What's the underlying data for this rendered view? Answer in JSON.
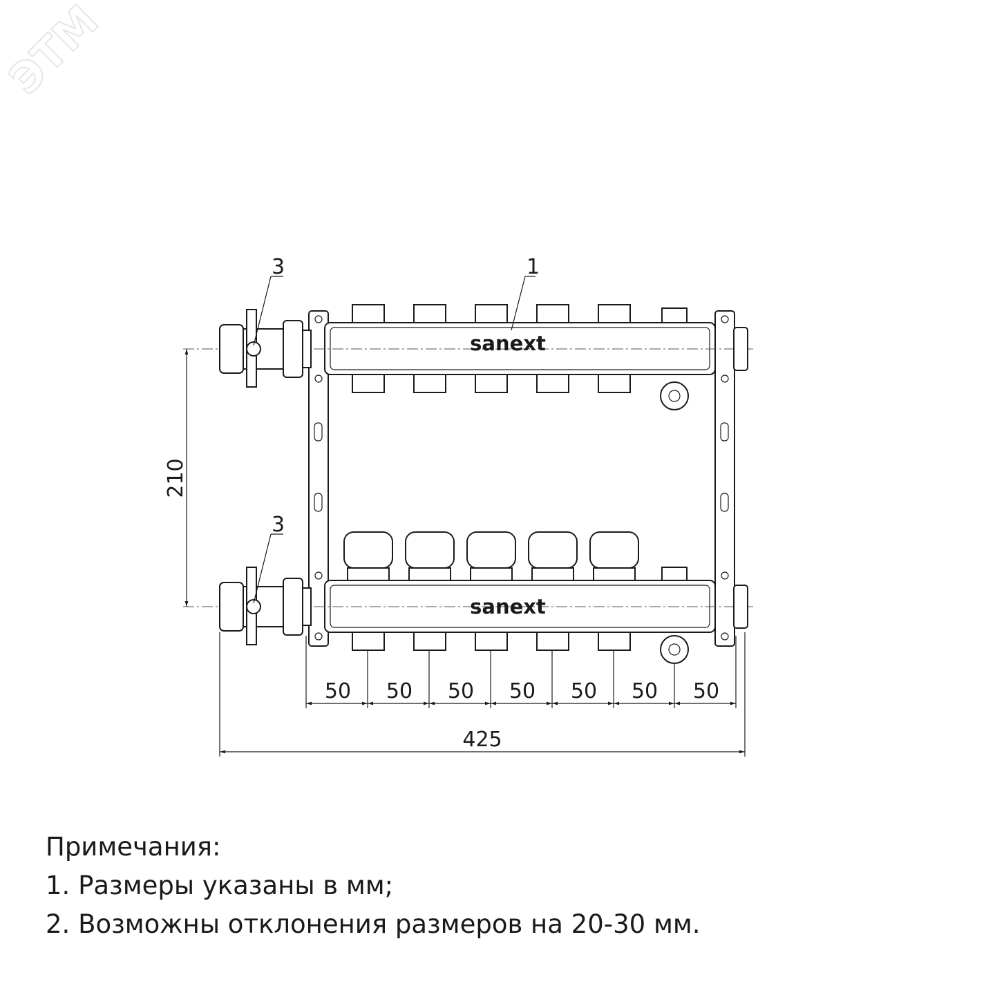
{
  "watermark": "ЭТМ",
  "brand": "sanext",
  "callouts": {
    "top_valve": "3",
    "bottom_valve": "3",
    "manifold": "1"
  },
  "dimensions": {
    "height": "210",
    "pitch": [
      "50",
      "50",
      "50",
      "50",
      "50",
      "50",
      "50"
    ],
    "overall": "425"
  },
  "notes": {
    "title": "Примечания:",
    "items": [
      "1. Размеры указаны в мм;",
      "2. Возможны отклонения размеров на 20-30 мм."
    ]
  }
}
